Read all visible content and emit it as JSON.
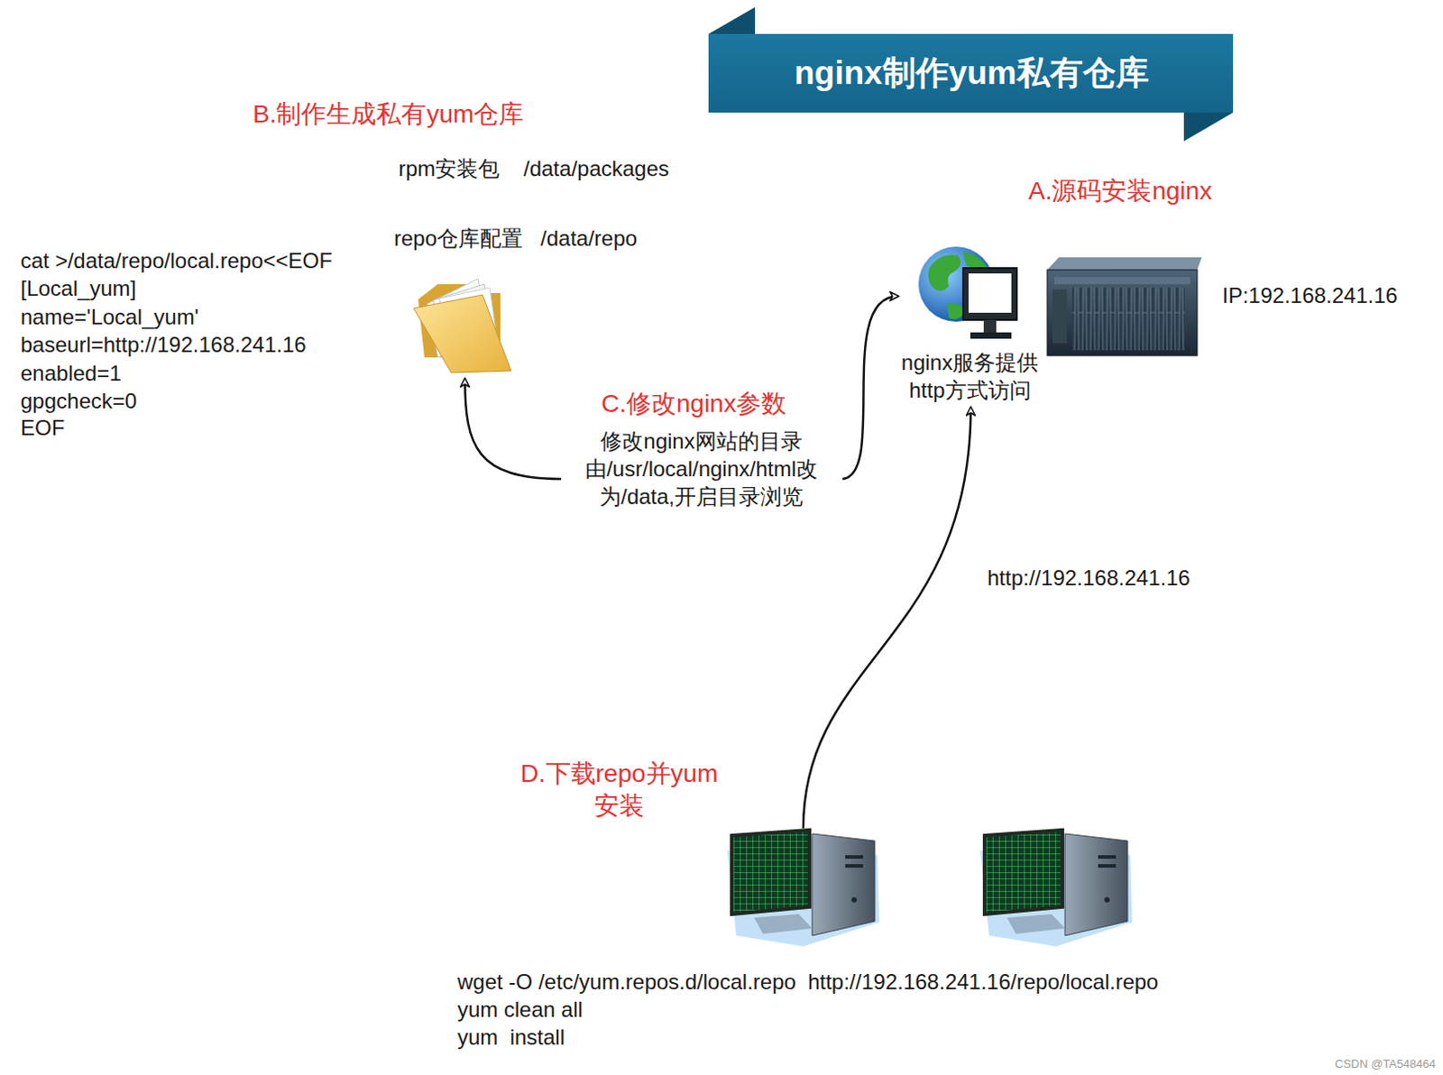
{
  "diagram": {
    "title": "nginx制作yum私有仓库",
    "nodes": [
      {
        "text": [
          "nginx服务提供 http方式访问"
        ]
      },
      {
        "text": [
          "B.制作生成私有yum仓库",
          "rpm安装包    /data/packages",
          "repo仓库配置   /data/repo"
        ]
      },
      {
        "text": [
          "C.修改nginx参数",
          "修改nginx网站的目录 由/usr/local/nginx/html改 为/data,开启目录浏览"
        ]
      },
      {
        "text": [
          "wget -O /etc/yum.repos.d/local.repo  http://192.168.241.16/repo/local.repo",
          "yum clean all",
          "yum  install"
        ]
      }
    ],
    "edges": [
      {
        "from": 2,
        "to": 1,
        "arrow": "to"
      },
      {
        "from": 2,
        "to": 0,
        "arrow": "to"
      },
      {
        "from": 3,
        "to": 0,
        "arrow": "to",
        "label": "http://192.168.241.16"
      }
    ],
    "labels": [
      "A.源码安装nginx",
      "IP:192.168.241.16",
      "cat >/data/repo/local.repo<<EOF",
      "[Local_yum]",
      "name='Local_yum'",
      "baseurl=http://192.168.241.16",
      "enabled=1",
      "gpgcheck=0",
      "EOF",
      "D.下载repo并yum 安装",
      "CSDN @TA548464"
    ]
  }
}
